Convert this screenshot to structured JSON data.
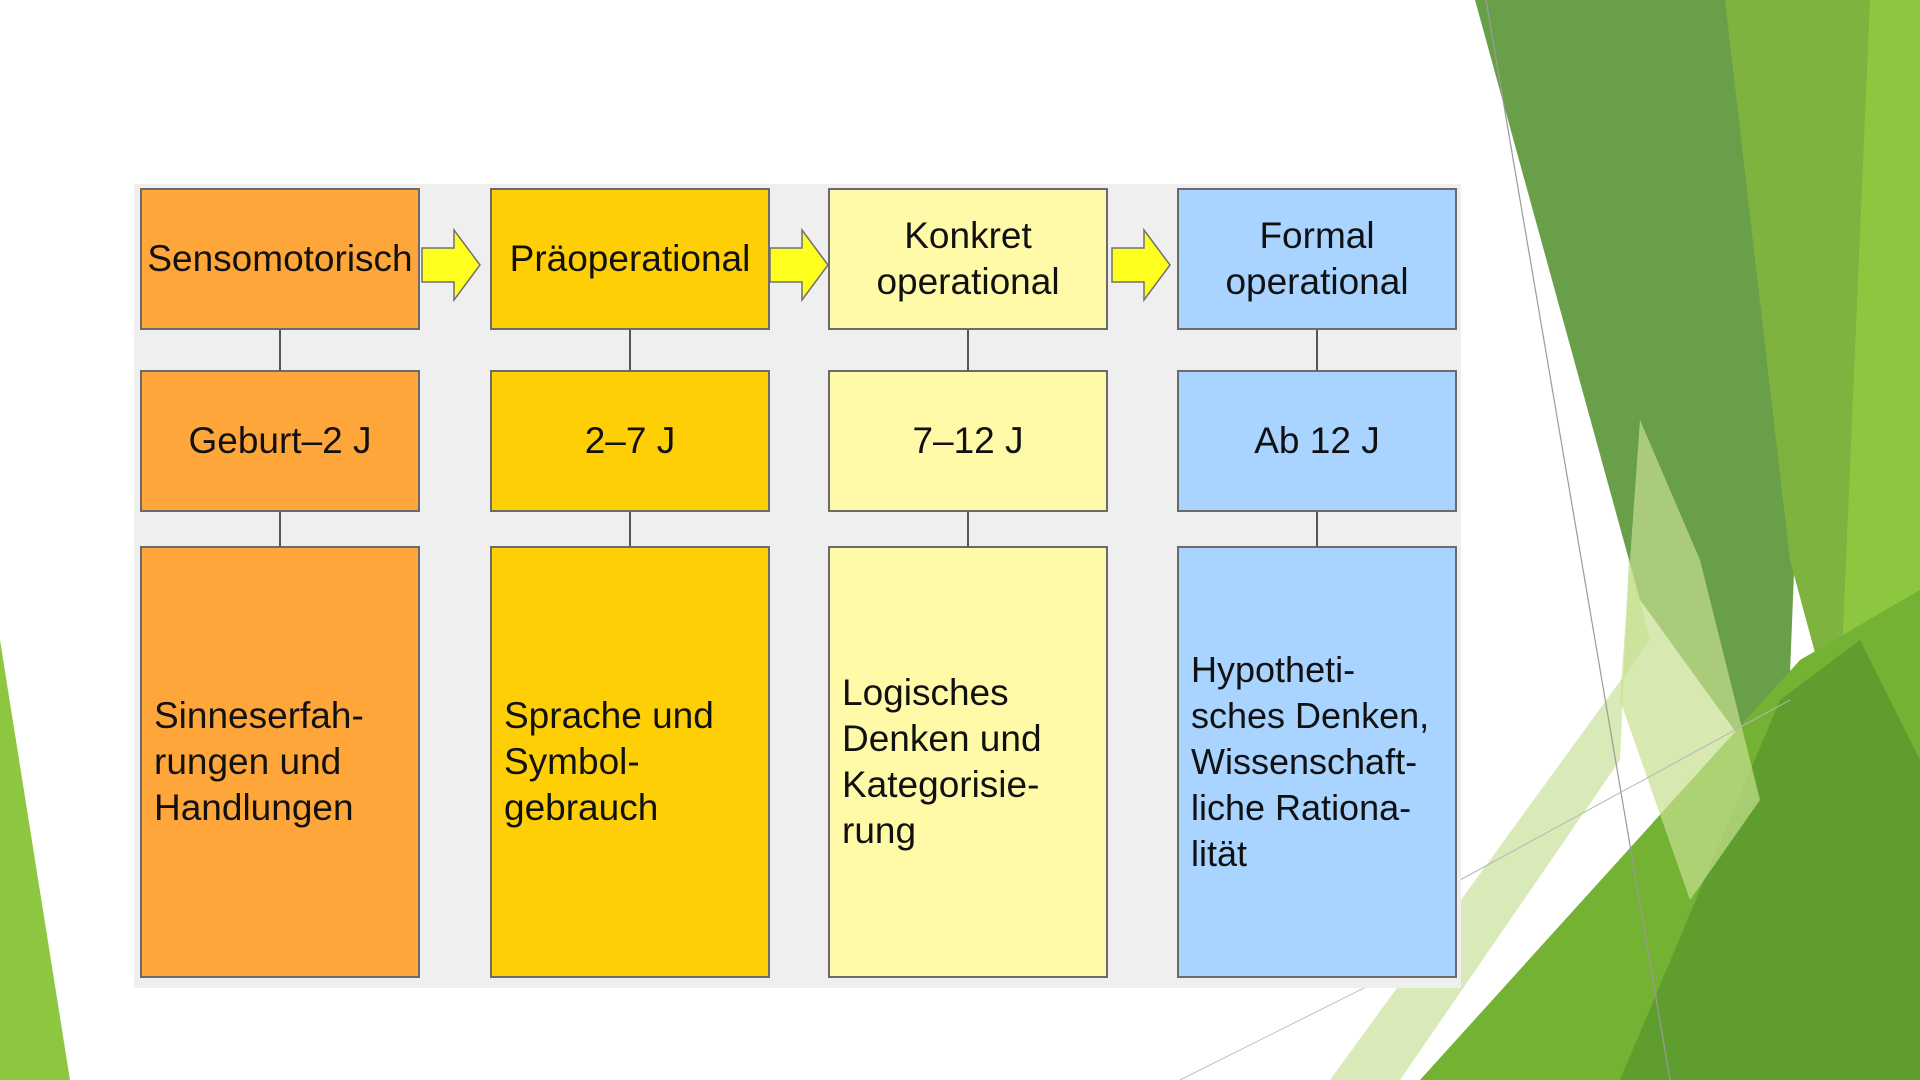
{
  "colors": {
    "sensomotorisch": "#ffa63a",
    "praeoperational": "#ffcf05",
    "konkret": "#fffaa7",
    "formal": "#a8d4ff",
    "arrow_fill": "#ffff1f",
    "panel": "#efefef",
    "green_dark": "#5e9c3c",
    "green_mid": "#73b133",
    "green_light": "#8dc63f",
    "green_pale": "#d9eab9"
  },
  "stages": [
    {
      "name": "Sensomotorisch",
      "age": "Geburt–2 J",
      "description": "Sinneserfah-\nrungen und\nHandlungen"
    },
    {
      "name": "Präoperational",
      "age": "2–7 J",
      "description": "Sprache und\nSymbol-\ngebrauch"
    },
    {
      "name": "Konkret\noperational",
      "age": "7–12 J",
      "description": " Logisches\nDenken und\nKategorisie-\nrung"
    },
    {
      "name": "Formal\noperational",
      "age": "Ab 12  J",
      "description": "Hypotheti-\nsches Denken,\nWissenschaft-\nliche Rationa-\nlität"
    }
  ],
  "arrows": [
    {
      "icon": "right-arrow-icon"
    },
    {
      "icon": "right-arrow-icon"
    },
    {
      "icon": "right-arrow-icon"
    }
  ]
}
